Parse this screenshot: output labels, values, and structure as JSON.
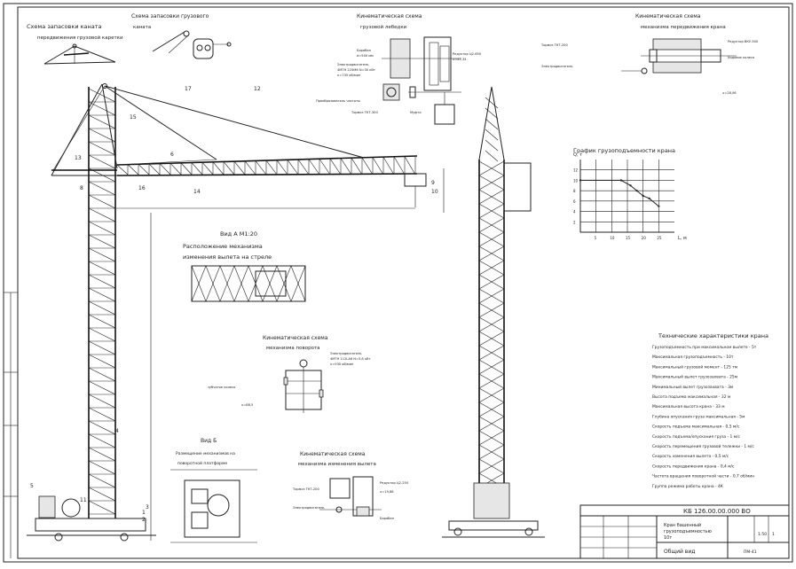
{
  "titles": {
    "rope_scheme": "Схема запасовки каната",
    "rope_scheme_sub": "передвижения грузовой каретки",
    "hook_scheme": "Схема запасовки грузового",
    "hook_scheme_sub": "каната",
    "winch_scheme": "Кинематическая схема",
    "winch_scheme_sub": "грузовой лебедки",
    "slew_scheme": "Кинематическая схема",
    "slew_scheme_sub": "механизма передвижения крана",
    "chart_title": "График грузоподъемности крана",
    "view_a": "Вид А М1:20",
    "view_a_sub": "Расположение механизма",
    "view_a_sub2": "изменения вылета на стреле",
    "rotate_scheme": "Кинематическая схема",
    "rotate_scheme_sub": "механизма поворота",
    "view_b": "Вид Б",
    "view_b_sub": "Размещение механизмов на",
    "view_b_sub2": "поворотной платформе",
    "reach_scheme": "Кинематическая схема",
    "reach_scheme_sub": "механизма изменения вылета",
    "specs_title": "Технические характеристики крана"
  },
  "winch_labels": {
    "drum": "Барабан",
    "drum_d": "d=500 мм",
    "motor": "Электродвигатель",
    "motor_spec": "4МТН 225М6 N=30 кВт",
    "motor_rpm": "n=735 об/мин",
    "reducer": "Редуктор Ц2-650",
    "reducer_u": "u=41,34",
    "brake": "Тормоз ТКТ-300",
    "coupling": "Муфта",
    "converter": "Преобразователь частоты"
  },
  "slew_labels": {
    "motor": "Электродвигатель",
    "brake": "Тормоз ТКТ-200",
    "reducer": "Редуктор ВКУ-500",
    "wheel": "Ходовое колесо",
    "u": "u=28,06"
  },
  "rotate_labels": {
    "motor": "Электродвигатель",
    "motor_spec": "4МТН 112LA6 N=5,8 кВт",
    "motor_rpm": "n=930 об/мин",
    "gear": "зубчатое колесо",
    "u": "u=88,5"
  },
  "reach_labels": {
    "brake": "Тормоз ТКТ-200",
    "motor": "Электродвигатель",
    "reducer": "Редуктор Ц2-250",
    "drum": "Барабан",
    "u": "u=19,88"
  },
  "chart_data": {
    "type": "line",
    "title": "График грузоподъемности крана",
    "xlabel": "L, м",
    "ylabel": "Q, т",
    "x": [
      0,
      13,
      16,
      18,
      20,
      22,
      25
    ],
    "y": [
      10,
      10,
      9,
      8,
      7,
      6.5,
      5
    ],
    "xticks": [
      5,
      10,
      15,
      20,
      25
    ],
    "yticks": [
      2,
      4,
      6,
      8,
      10,
      12
    ],
    "xlim": [
      0,
      30
    ],
    "ylim": [
      0,
      14
    ]
  },
  "specs": [
    "Грузоподъемность при максимальном вылете - 5т",
    "Максимальная грузоподъемность - 10т",
    "Максимальный грузовой момент - 125 тм",
    "Максимальный вылет грузозахвата - 25м",
    "Минимальный вылет грузозахвата - 3м",
    "Высота подъема максимальная - 32 м",
    "Максимальная высота крана - 33 м",
    "Глубина опускания груза максимальная - 5м",
    "Скорость подъема максимальная - 0,5 м/с",
    "Скорость подъема/опускания груза - 1 м/с",
    "Скорость перемещения грузовой тележки - 1 м/с",
    "Скорость изменения вылета - 0,5 м/с",
    "Скорость передвижения крана - 0,4 м/с",
    "Частота вращения поворотной части - 0,7 об/мин",
    "Группа режима работы крана - 4К"
  ],
  "title_block": {
    "code": "КБ 126.00.00.000 ВО",
    "name_line1": "Кран башенный",
    "name_line2": "грузоподъемностью",
    "name_line3": "10т",
    "drawing_type": "Общий вид",
    "scale": "1:50",
    "sheet": "1",
    "group": "ПМ-41"
  },
  "callouts": [
    "17",
    "12",
    "15",
    "13",
    "8",
    "6",
    "9",
    "10",
    "11",
    "1",
    "2",
    "3",
    "4",
    "5",
    "14",
    "16"
  ]
}
